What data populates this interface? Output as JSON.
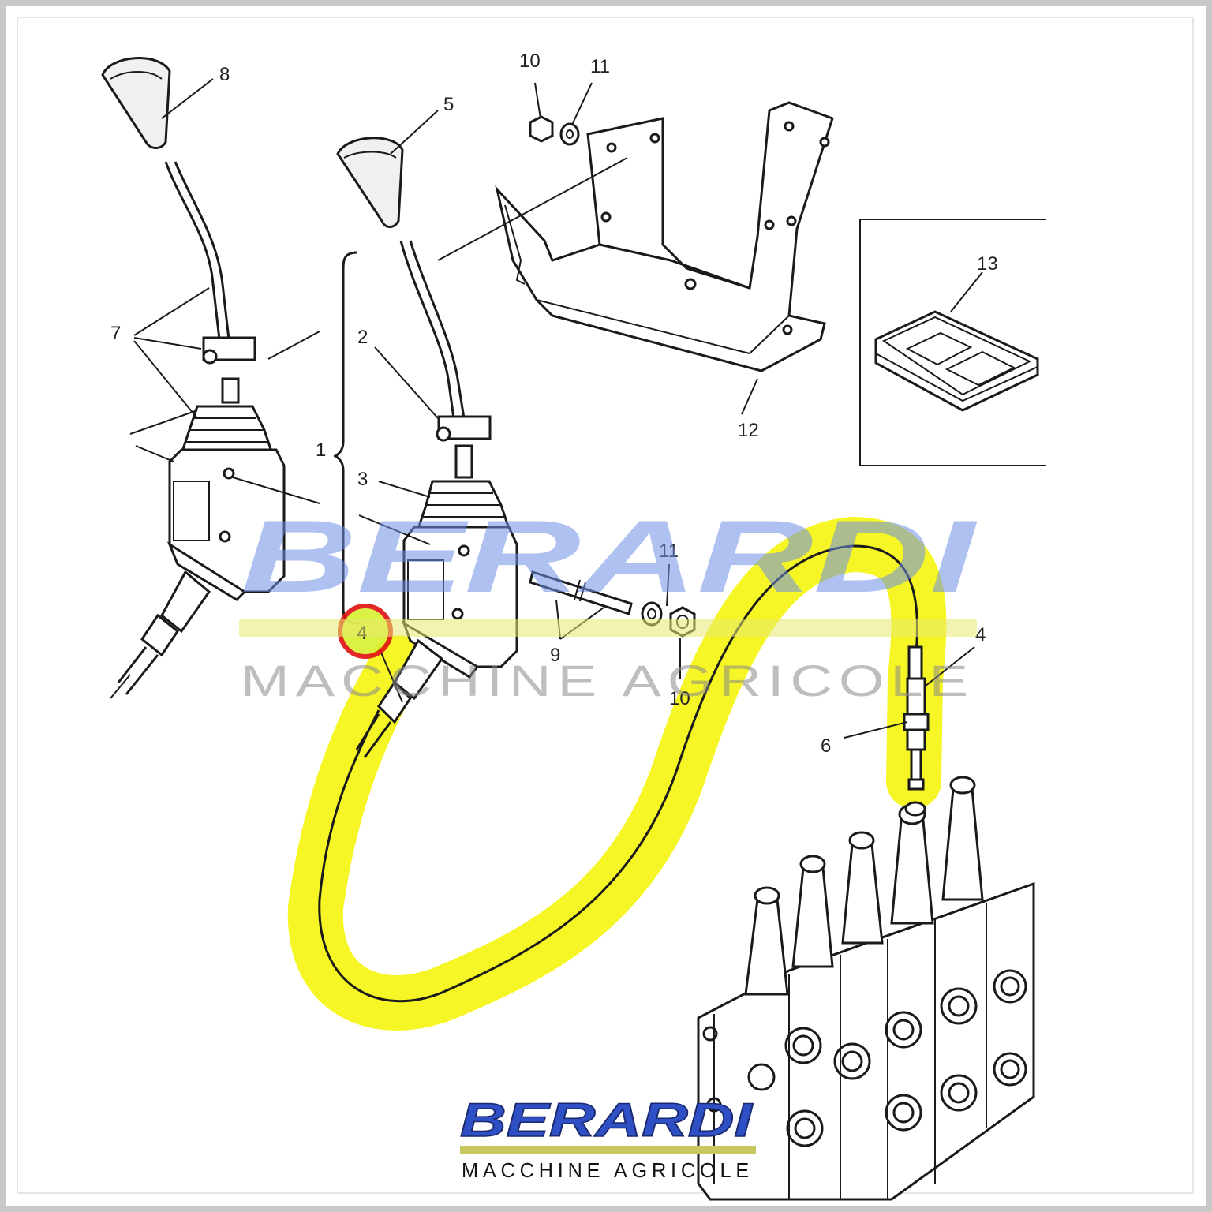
{
  "watermark": {
    "brand": "BERARDI",
    "tagline": "MACCHINE  AGRICOLE"
  },
  "logo": {
    "brand": "BERARDI",
    "tagline": "MACCHINE  AGRICOLE"
  },
  "callouts": {
    "c8": "8",
    "c5": "5",
    "c10_top": "10",
    "c11_top": "11",
    "c7": "7",
    "c2": "2",
    "c1": "1",
    "c3": "3",
    "c12": "12",
    "c13": "13",
    "c11_mid": "11",
    "c9": "9",
    "c10_mid": "10",
    "c4_left": "4",
    "c4_right": "4",
    "c6": "6"
  },
  "colors": {
    "highlight": "#f5f500",
    "marker": "#e01010",
    "watermark_blue": "#3a5fd0",
    "logo_blue": "#2f4fc4",
    "logo_bar": "#c8c860",
    "line": "#1a1a1a"
  }
}
